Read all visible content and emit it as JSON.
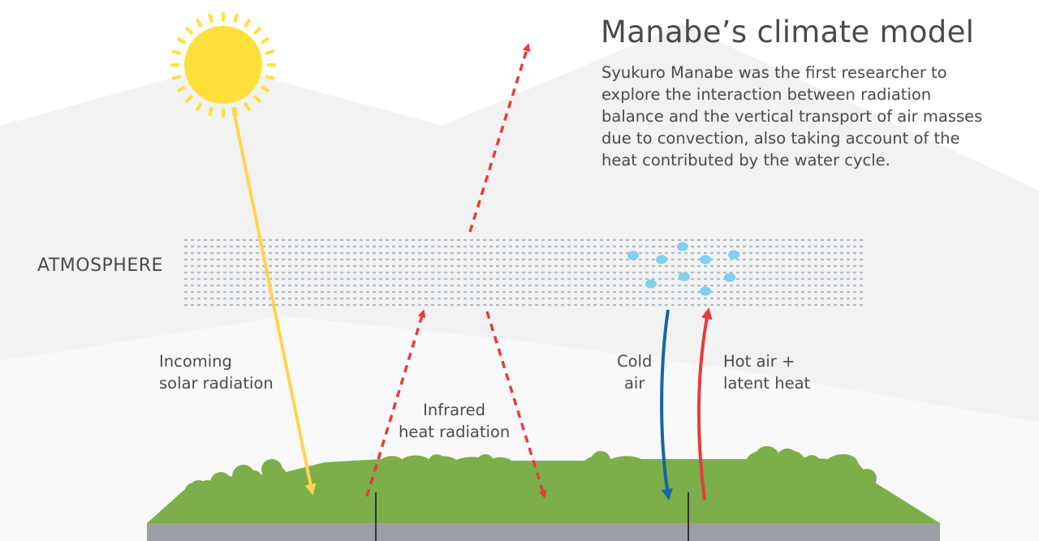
{
  "title": "Manabe’s climate model",
  "description": "Syukuro Manabe was the first researcher to explore the interaction between radiation balance and the vertical transport of air masses due to convection, also taking account of the heat contributed by the water cycle.",
  "labels": {
    "atmosphere": "ATMOSPHERE",
    "incoming_line1": "Incoming",
    "incoming_line2": "solar radiation",
    "infrared_line1": "Infrared",
    "infrared_line2": "heat radiation",
    "cold_line1": "Cold",
    "cold_line2": "air",
    "hot_line1": "Hot air +",
    "hot_line2": "latent heat"
  },
  "colors": {
    "sun": "#FFE03A",
    "sun_rays": "#FFE03A",
    "solar_arrow": "#FFD54F",
    "infrared_arrow": "#E63C3C",
    "cold_arrow": "#1565A8",
    "hot_arrow": "#E63C3C",
    "atmosphere_lines": "#B0BDC8",
    "water_droplets": "#7FD0F2",
    "grass": "#7CAE4A",
    "ground": "#9A9FA5",
    "mountains": "#F1F1F1",
    "text": "#4A4A4A"
  }
}
